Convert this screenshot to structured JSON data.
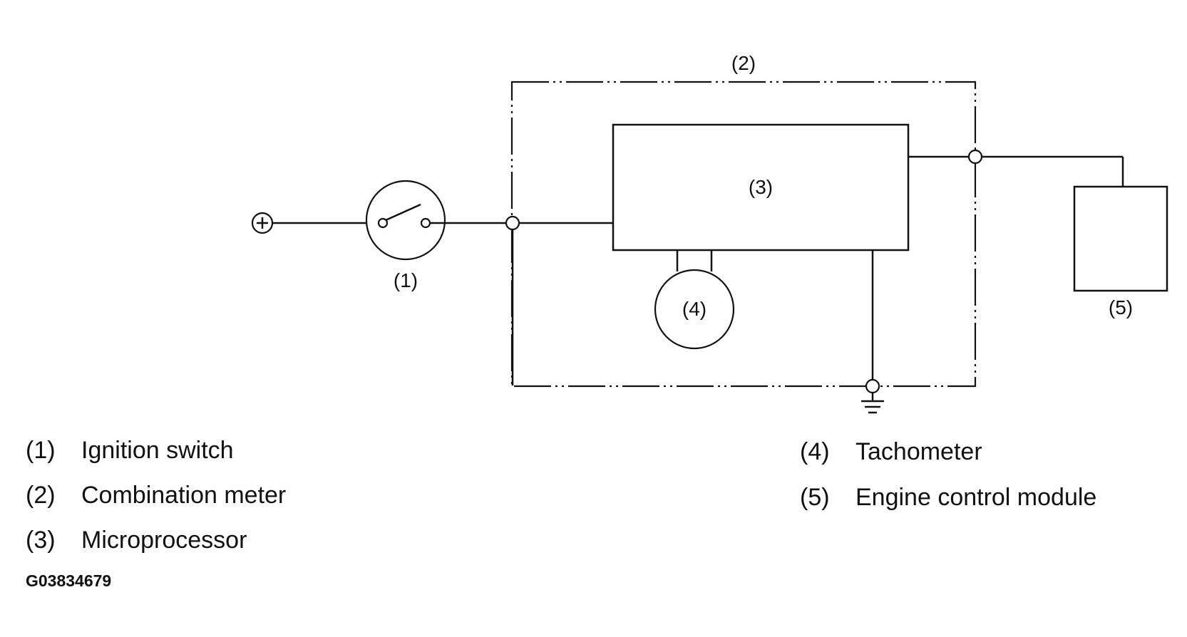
{
  "diagram": {
    "callouts": {
      "c1": "(1)",
      "c2": "(2)",
      "c3": "(3)",
      "c4": "(4)",
      "c5": "(5)"
    },
    "symbols": {
      "supply": "positive-terminal-icon",
      "ground": "ground-icon",
      "switch": "switch-icon"
    }
  },
  "legend": [
    {
      "number": "(1)",
      "label": "Ignition switch"
    },
    {
      "number": "(2)",
      "label": "Combination meter"
    },
    {
      "number": "(3)",
      "label": "Microprocessor"
    },
    {
      "number": "(4)",
      "label": "Tachometer"
    },
    {
      "number": "(5)",
      "label": "Engine control module"
    }
  ],
  "figure_code": "G03834679"
}
